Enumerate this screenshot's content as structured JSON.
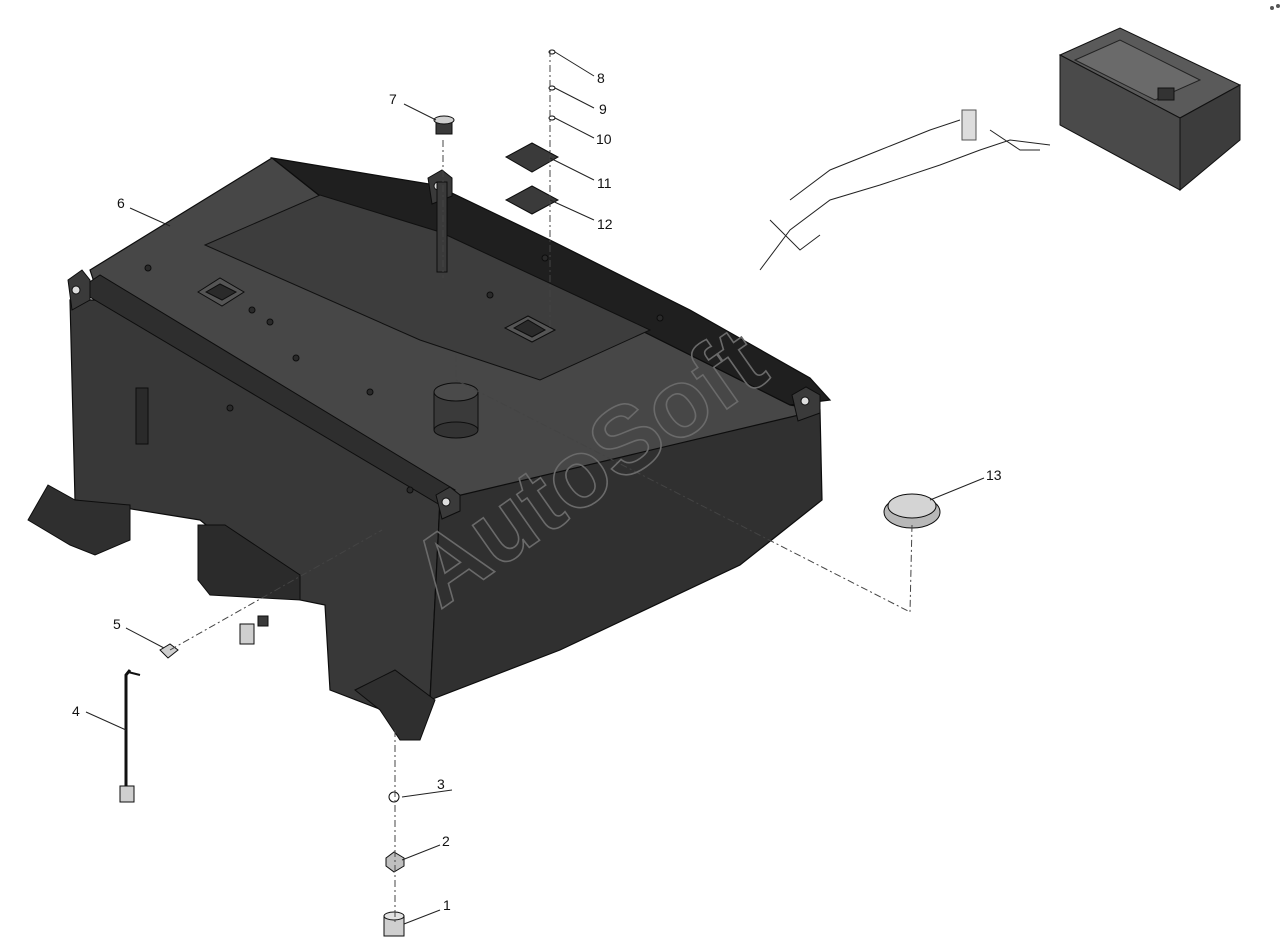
{
  "watermark": "AutoSoft",
  "callouts": [
    {
      "id": "1",
      "label": "1"
    },
    {
      "id": "2",
      "label": "2"
    },
    {
      "id": "3",
      "label": "3"
    },
    {
      "id": "4",
      "label": "4"
    },
    {
      "id": "5",
      "label": "5"
    },
    {
      "id": "6",
      "label": "6"
    },
    {
      "id": "7",
      "label": "7"
    },
    {
      "id": "8",
      "label": "8"
    },
    {
      "id": "9",
      "label": "9"
    },
    {
      "id": "10",
      "label": "10"
    },
    {
      "id": "11",
      "label": "11"
    },
    {
      "id": "12",
      "label": "12"
    },
    {
      "id": "13",
      "label": "13"
    }
  ],
  "colors": {
    "tank_body": "#3a3a3a",
    "tank_top": "#474747",
    "tank_dark": "#262626",
    "outline": "#0d0d0d",
    "part_light": "#cfcfcf"
  }
}
